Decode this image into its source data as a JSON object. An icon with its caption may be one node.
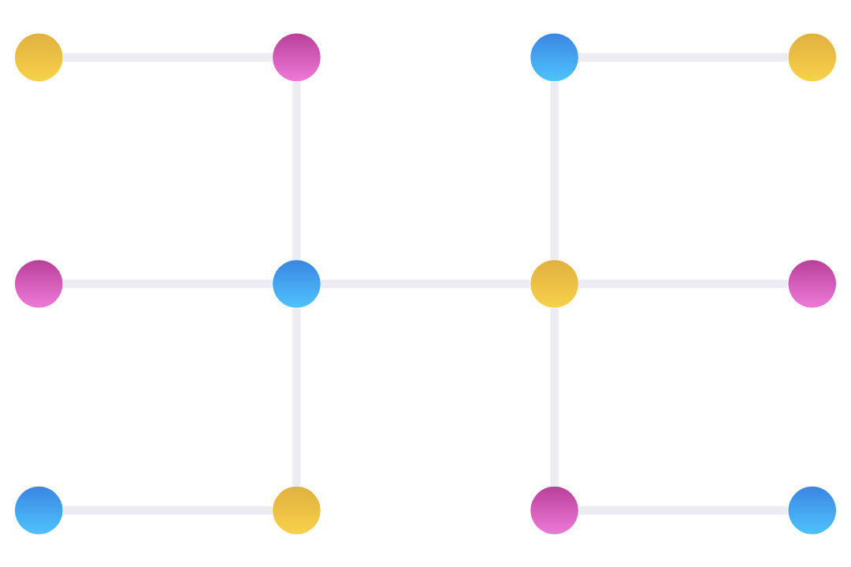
{
  "diagram": {
    "nodes": [
      {
        "text": [],
        "shape": "circle"
      },
      {
        "text": [],
        "shape": "circle"
      },
      {
        "text": [],
        "shape": "circle"
      },
      {
        "text": [],
        "shape": "circle"
      },
      {
        "text": [],
        "shape": "circle"
      },
      {
        "text": [],
        "shape": "circle"
      },
      {
        "text": [],
        "shape": "circle"
      },
      {
        "text": [],
        "shape": "circle"
      },
      {
        "text": [],
        "shape": "circle"
      },
      {
        "text": [],
        "shape": "circle"
      },
      {
        "text": [],
        "shape": "circle"
      },
      {
        "text": [],
        "shape": "circle"
      }
    ],
    "edges": [
      {
        "from": 0,
        "to": 1,
        "arrow": "none"
      },
      {
        "from": 2,
        "to": 3,
        "arrow": "none"
      },
      {
        "from": 1,
        "to": 5,
        "arrow": "none"
      },
      {
        "from": 2,
        "to": 6,
        "arrow": "none"
      },
      {
        "from": 4,
        "to": 5,
        "arrow": "none"
      },
      {
        "from": 5,
        "to": 6,
        "arrow": "none"
      },
      {
        "from": 6,
        "to": 7,
        "arrow": "none"
      },
      {
        "from": 5,
        "to": 9,
        "arrow": "none"
      },
      {
        "from": 6,
        "to": 10,
        "arrow": "none"
      },
      {
        "from": 8,
        "to": 9,
        "arrow": "none"
      },
      {
        "from": 10,
        "to": 11,
        "arrow": "none"
      }
    ]
  }
}
